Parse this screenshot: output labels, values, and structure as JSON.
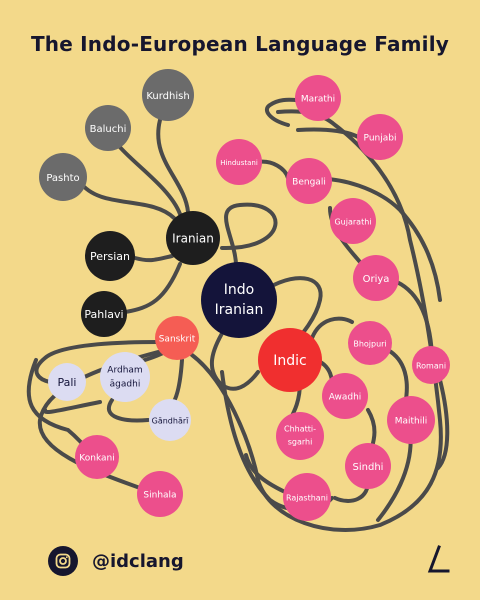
{
  "title": "The Indo-European Language Family",
  "footer": {
    "handle": "@idclang",
    "social_icon": "instagram-icon",
    "brand_icon": "delta-logo-icon"
  },
  "colors": {
    "background": "#f3d98a",
    "line": "#4a4a4a",
    "pink": "#ec4f8c",
    "iranian_gray": "#6b6b6b",
    "dark": "#1e1e1e",
    "navy": "#14143a",
    "indic_red": "#f02f2f",
    "sanskrit_coral": "#f55d54",
    "prakrit_lavender": "#dcdcf2"
  },
  "nodes": {
    "indo_iranian": {
      "line1": "Indo",
      "line2": "Iranian"
    },
    "iranian": "Iranian",
    "indic": "Indic",
    "sanskrit": "Sanskrit",
    "persian": "Persian",
    "pahlavi": "Pahlavi",
    "pashto": "Pashto",
    "baluchi": "Baluchi",
    "kurdhish": "Kurdhish",
    "pali": "Pali",
    "ardhamagadhi": {
      "line1": "Ardham",
      "line2": "āgadhi"
    },
    "gandhari": "Gāndhārī",
    "konkani": "Konkani",
    "sinhala": "Sinhala",
    "marathi": "Marathi",
    "punjabi": "Punjabi",
    "hindustani": "Hindustani",
    "bengali": "Bengali",
    "gujarathi": "Gujarathi",
    "oriya": "Oriya",
    "bhojpuri": "Bhojpuri",
    "romani": "Romani",
    "awadhi": "Awadhi",
    "maithili": "Maithili",
    "chhattisgarhi": {
      "line1": "Chhatti-",
      "line2": "sgarhi"
    },
    "sindhi": "Sindhi",
    "rajasthani": "Rajasthani"
  }
}
